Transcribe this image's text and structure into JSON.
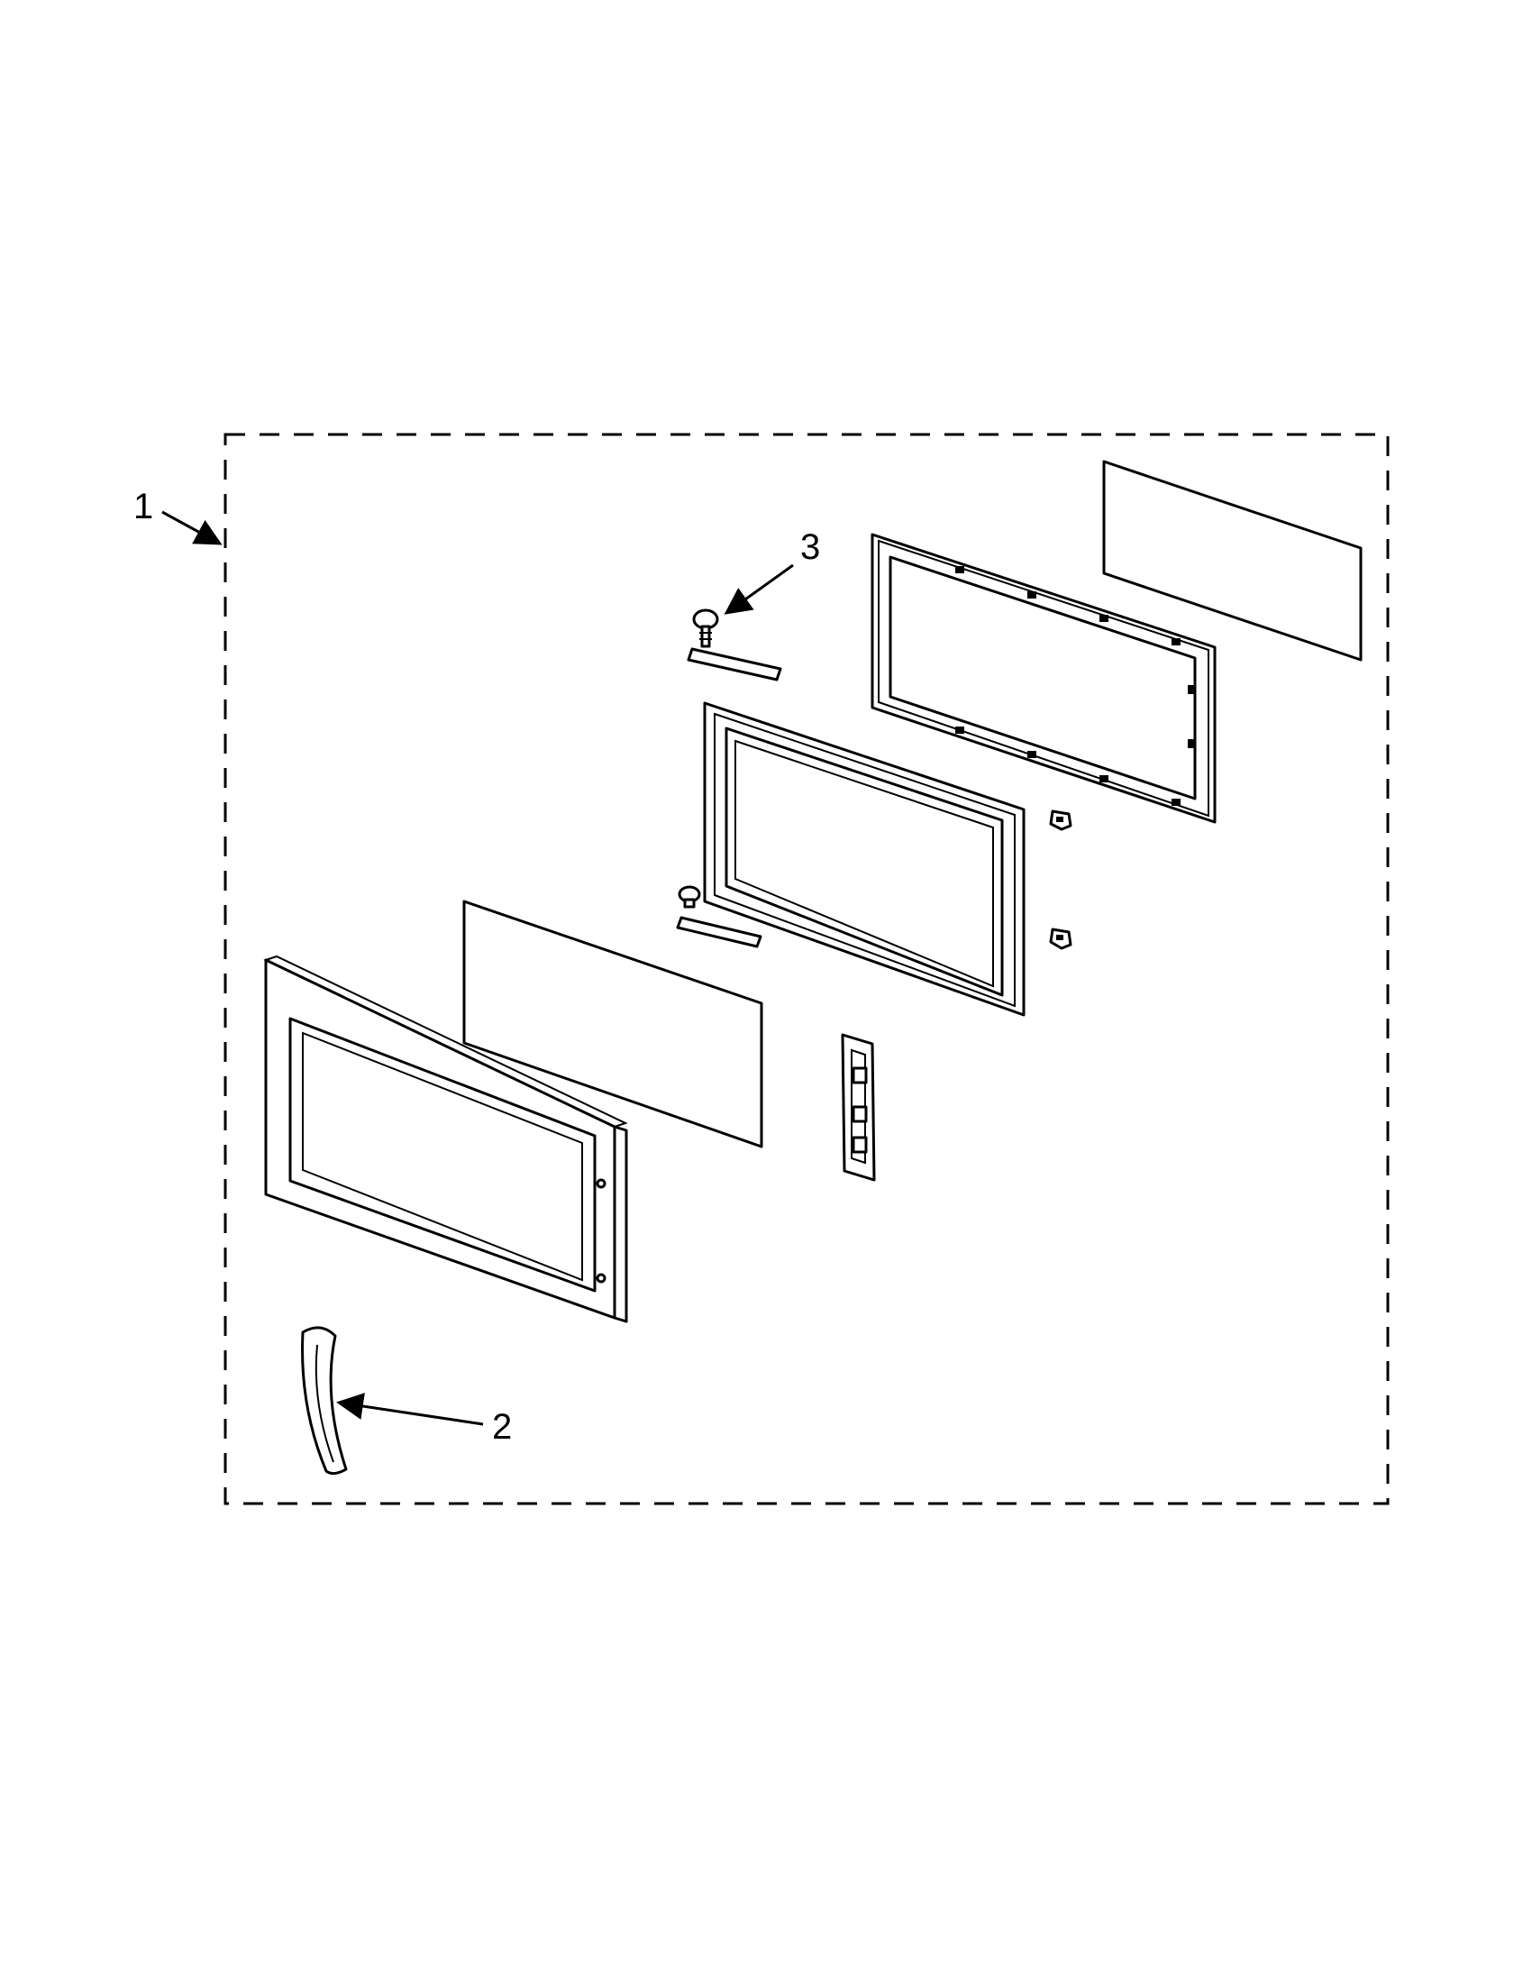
{
  "diagram": {
    "callouts": [
      {
        "label": "1",
        "name": "callout-1"
      },
      {
        "label": "2",
        "name": "callout-2"
      },
      {
        "label": "3",
        "name": "callout-3"
      }
    ]
  }
}
